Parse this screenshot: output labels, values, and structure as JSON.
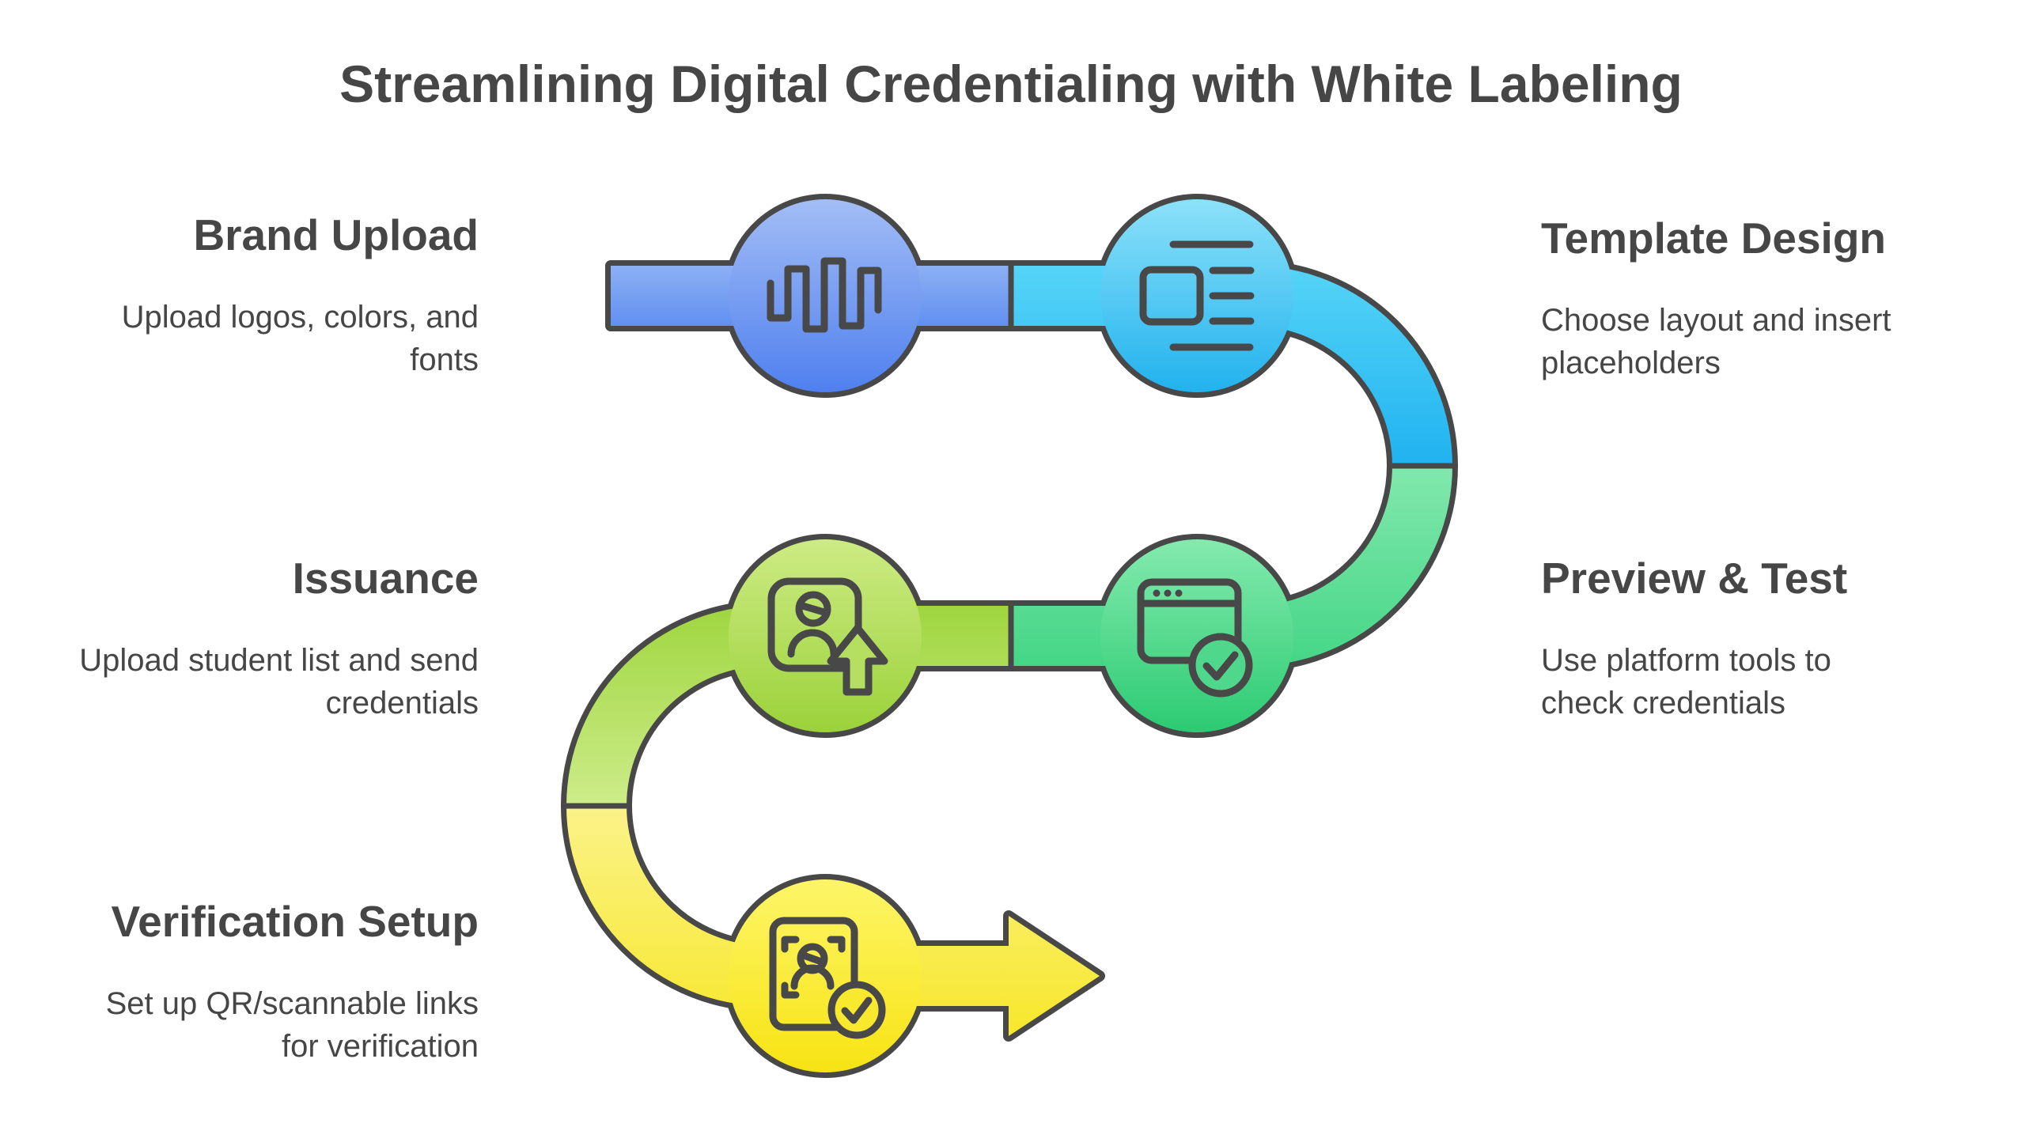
{
  "title": "Streamlining Digital Credentialing with White Labeling",
  "steps": [
    {
      "id": "brand-upload",
      "heading": "Brand Upload",
      "body": "Upload logos, colors, and fonts",
      "side": "left",
      "icon": "waveform-icon"
    },
    {
      "id": "template-design",
      "heading": "Template Design",
      "body": "Choose layout and insert placeholders",
      "side": "right",
      "icon": "template-layout-icon"
    },
    {
      "id": "issuance",
      "heading": "Issuance",
      "body": "Upload student list and send credentials",
      "side": "left",
      "icon": "person-upload-icon"
    },
    {
      "id": "preview-test",
      "heading": "Preview & Test",
      "body": "Use platform tools to check credentials",
      "side": "right",
      "icon": "browser-check-icon"
    },
    {
      "id": "verification-setup",
      "heading": "Verification Setup",
      "body": "Set up QR/scannable links for verification",
      "side": "left",
      "icon": "id-scan-check-icon"
    }
  ],
  "colors": {
    "bg": "#ffffff",
    "text": "#464646",
    "outline": "#484848",
    "band_blue_1": "#8db0f4",
    "band_blue_2": "#6290f1",
    "cyan_1": "#55d4f7",
    "cyan_2": "#1eb1f0",
    "green_1": "#82e8ad",
    "green_2": "#45d687",
    "lgreen_1": "#9fd63f",
    "lgreen_2": "#cdec8a",
    "yellow_1": "#fbf38a",
    "yellow_2": "#f7e72e",
    "c1_top": "#a3bdf5",
    "c1_bot": "#4f80ef",
    "c2_top": "#8ce1f9",
    "c2_bot": "#21b2ee",
    "c3_top": "#cdeb84",
    "c3_bot": "#9bd23a",
    "c4_top": "#84eaae",
    "c4_bot": "#2bcb72",
    "c5_top": "#fdf568",
    "c5_bot": "#f7e313",
    "icon_fill_green": "#b4df60",
    "icon_fill_mint": "#4fd88c",
    "icon_fill_yellow": "#f9e92e"
  }
}
